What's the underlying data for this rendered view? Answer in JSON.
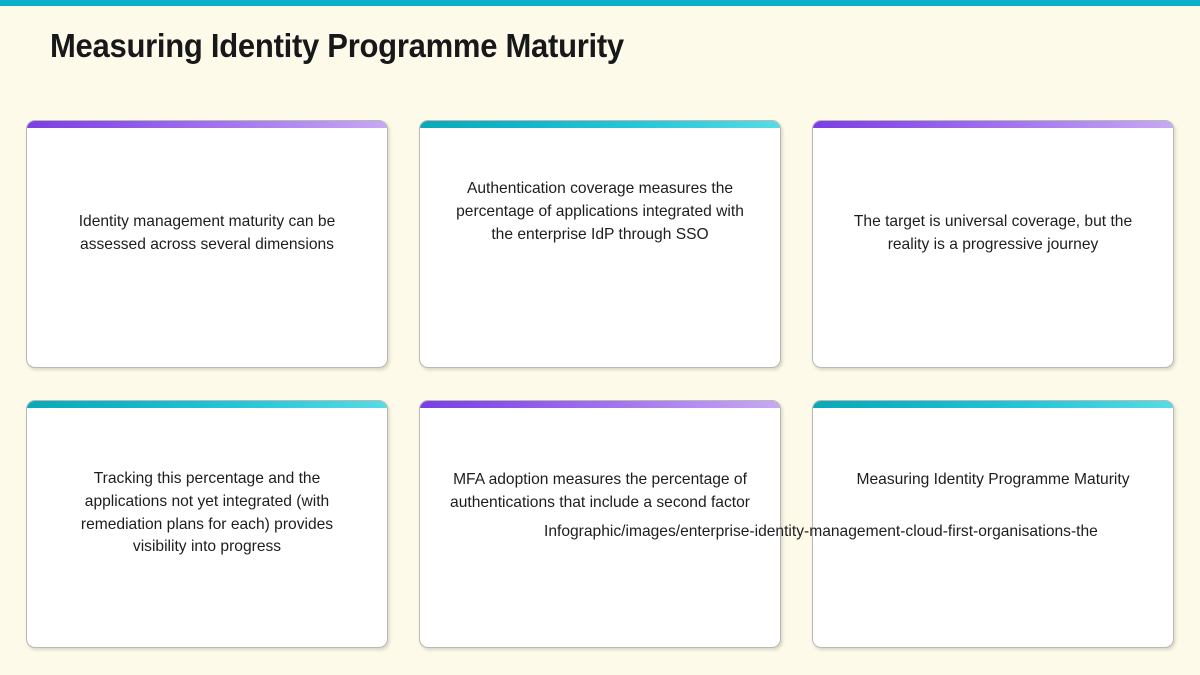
{
  "page": {
    "title": "Measuring Identity Programme Maturity",
    "background_color": "#fdfaea",
    "accent_bar_color": "#0bb0c8"
  },
  "colors": {
    "purple_gradient_start": "#7b3fe4",
    "purple_gradient_end": "#c6a9f4",
    "teal_gradient_start": "#0aa9b8",
    "teal_gradient_end": "#56dbe4",
    "card_background": "#ffffff",
    "card_border": "#b9b8b4",
    "text": "#1c1d1f"
  },
  "cards": [
    {
      "id": "card-1",
      "accent": "purple",
      "text": "Identity management maturity can be assessed across several dimensions"
    },
    {
      "id": "card-2",
      "accent": "teal",
      "text": "Authentication coverage measures the percentage of applications integrated with the enterprise IdP through SSO"
    },
    {
      "id": "card-3",
      "accent": "purple",
      "text": "The target is universal coverage, but the reality is a progressive journey"
    },
    {
      "id": "card-4",
      "accent": "teal",
      "text": "Tracking this percentage and the applications not yet integrated (with remediation plans for each) provides visibility into progress"
    },
    {
      "id": "card-5",
      "accent": "purple",
      "text": "MFA adoption measures the percentage of authentications that include a second factor"
    },
    {
      "id": "card-6",
      "accent": "teal",
      "text": "Measuring Identity Programme Maturity"
    }
  ],
  "overlay": {
    "url_text": "Infographic/images/enterprise-identity-management-cloud-first-organisations-the"
  }
}
